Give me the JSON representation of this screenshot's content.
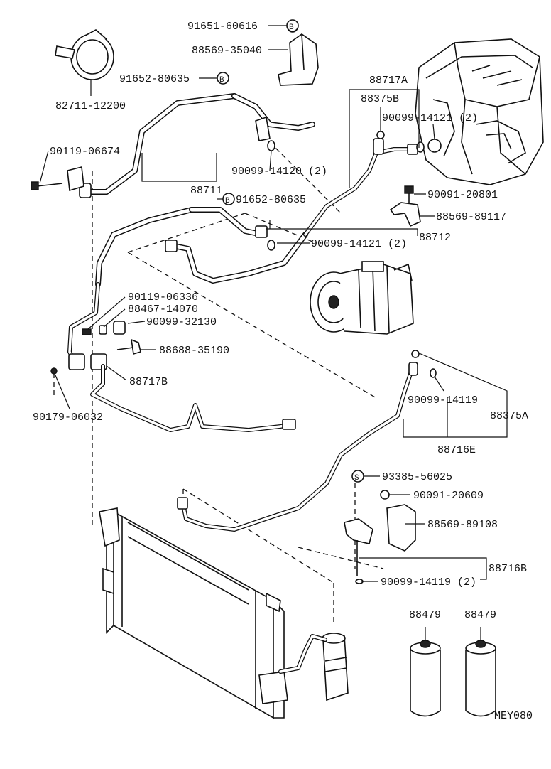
{
  "diagram_code": "MEY080",
  "parts": [
    {
      "id": "p1",
      "number": "91651-60616",
      "marker": "B"
    },
    {
      "id": "p2",
      "number": "88569-35040"
    },
    {
      "id": "p3",
      "number": "82711-12200"
    },
    {
      "id": "p4",
      "number": "91652-80635",
      "marker": "B"
    },
    {
      "id": "p5",
      "number": "88717A"
    },
    {
      "id": "p6",
      "number": "88375B"
    },
    {
      "id": "p7",
      "number": "90099-14121 (2)"
    },
    {
      "id": "p8",
      "number": "90119-06674"
    },
    {
      "id": "p9",
      "number": "90099-14120 (2)"
    },
    {
      "id": "p10",
      "number": "88711"
    },
    {
      "id": "p11",
      "number": "91652-80635",
      "marker": "B"
    },
    {
      "id": "p12",
      "number": "90091-20801"
    },
    {
      "id": "p13",
      "number": "88569-89117"
    },
    {
      "id": "p14",
      "number": "88712"
    },
    {
      "id": "p15",
      "number": "90099-14121 (2)"
    },
    {
      "id": "p16",
      "number": "90119-06336"
    },
    {
      "id": "p17",
      "number": "88467-14070"
    },
    {
      "id": "p18",
      "number": "90099-32130"
    },
    {
      "id": "p19",
      "number": "88688-35190"
    },
    {
      "id": "p20",
      "number": "88717B"
    },
    {
      "id": "p21",
      "number": "90179-06032"
    },
    {
      "id": "p22",
      "number": "90099-14119"
    },
    {
      "id": "p23",
      "number": "88375A"
    },
    {
      "id": "p24",
      "number": "88716E"
    },
    {
      "id": "p25",
      "number": "93385-56025",
      "marker": "S"
    },
    {
      "id": "p26",
      "number": "90091-20609"
    },
    {
      "id": "p27",
      "number": "88569-89108"
    },
    {
      "id": "p28",
      "number": "88716B"
    },
    {
      "id": "p29",
      "number": "90099-14119 (2)"
    },
    {
      "id": "p30",
      "number": "88479"
    },
    {
      "id": "p31",
      "number": "88479"
    }
  ]
}
